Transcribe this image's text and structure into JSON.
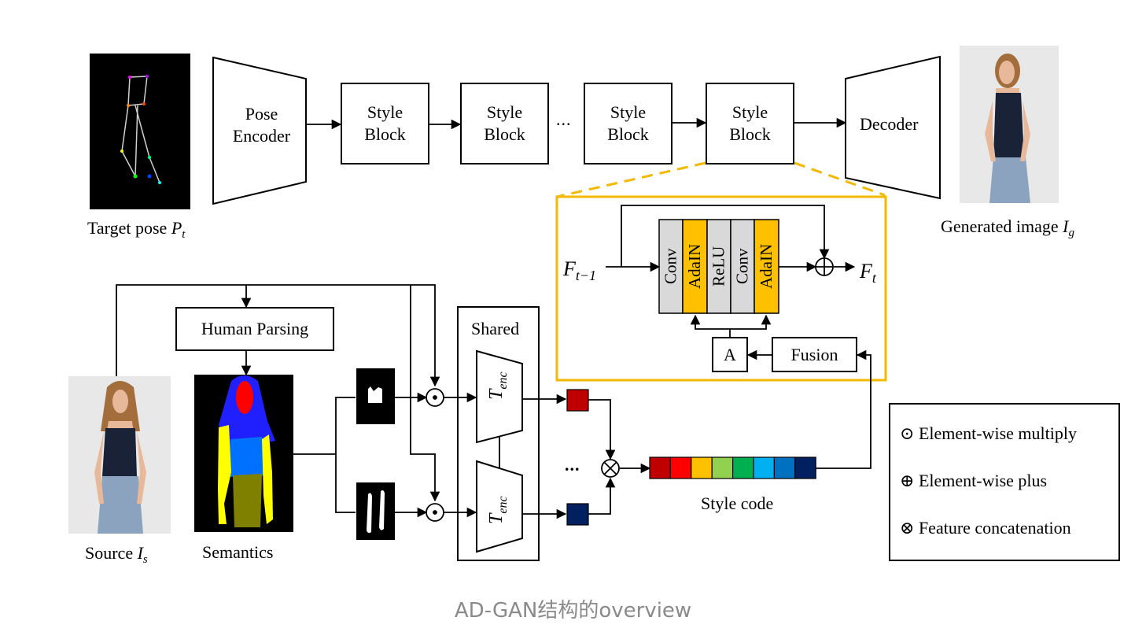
{
  "top": {
    "target_pose_label": "Target pose ",
    "target_pose_symbol": "P",
    "target_pose_sub": "t",
    "pose_encoder": "Pose Encoder",
    "style_block": "Style Block",
    "ellipsis": "...",
    "decoder": "Decoder",
    "generated_label": "Generated image ",
    "generated_symbol": "I",
    "generated_sub": "g"
  },
  "style_detail": {
    "input": "F",
    "input_sub": "t−1",
    "output": "F",
    "output_sub": "t",
    "layers": [
      "Conv",
      "AdaIN",
      "ReLU",
      "Conv",
      "AdaIN"
    ],
    "a_box": "A",
    "fusion": "Fusion"
  },
  "bottom": {
    "human_parsing": "Human Parsing",
    "shared": "Shared",
    "tenc": "T",
    "tenc_sub": "enc",
    "ellipsis": "...",
    "source_label": "Source ",
    "source_symbol": "I",
    "source_sub": "s",
    "semantics": "Semantics",
    "style_code": "Style code"
  },
  "legend": {
    "multiply": "Element-wise multiply",
    "plus": "Element-wise plus",
    "concat": "Feature concatenation"
  },
  "caption": "AD-GAN结构的overview",
  "colors": {
    "detail_border": "#f5b800",
    "adain": "#ffc000",
    "gray_layer": "#d9d9d9",
    "code_red_top": "#c00000",
    "code_navy_bottom": "#002060",
    "style_code": [
      "#c00000",
      "#ff0000",
      "#ffc000",
      "#92d050",
      "#00b050",
      "#00b0f0",
      "#0070c0",
      "#002060"
    ]
  }
}
